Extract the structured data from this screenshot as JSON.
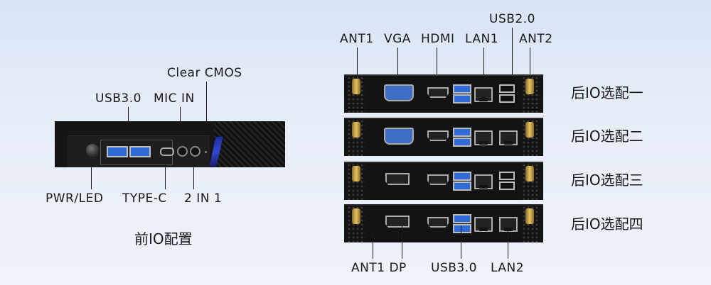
{
  "front": {
    "title": "前IO配置",
    "top_labels": {
      "usb3": "USB3.0",
      "mic_in": "MIC IN",
      "clear_cmos": "Clear CMOS"
    },
    "bottom_labels": {
      "pwr_led": "PWR/LED",
      "type_c": "TYPE-C",
      "two_in_one": "2 IN 1"
    }
  },
  "rear": {
    "top_labels": {
      "ant1": "ANT1",
      "vga": "VGA",
      "hdmi": "HDMI",
      "lan1": "LAN1",
      "usb2": "USB2.0",
      "ant2": "ANT2"
    },
    "bottom_labels": {
      "ant1_dp": "ANT1 DP",
      "usb3": "USB3.0",
      "lan2": "LAN2"
    },
    "options": [
      "后IO选配一",
      "后IO选配二",
      "后IO选配三",
      "后IO选配四"
    ]
  },
  "colors": {
    "usb3_blue": "#2f6bd6",
    "accent_blue": "#3347d4",
    "antenna_gold": "#e5c465"
  }
}
